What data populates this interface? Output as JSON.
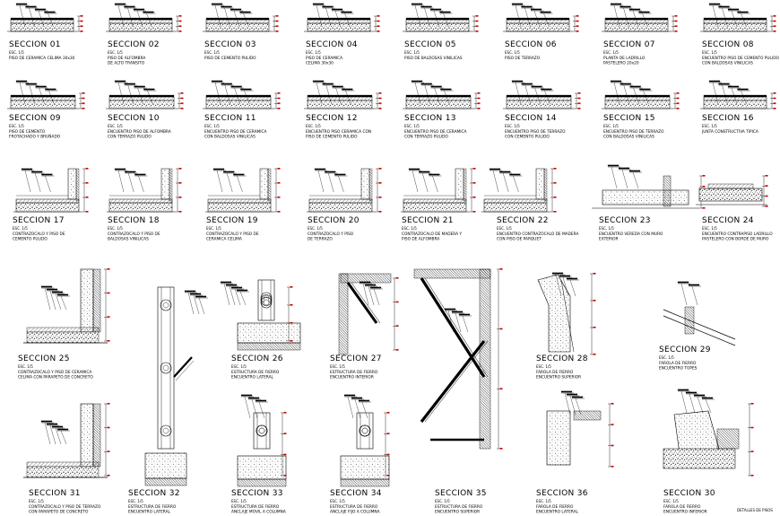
{
  "sheet": {
    "footer": "DETALLES DE PISOS",
    "details": [
      {
        "title": "SECCION 01",
        "scale": "ESC. 1/5",
        "lines": [
          "PISO DE CERAMICA CELIMA 30x30"
        ]
      },
      {
        "title": "SECCION 02",
        "scale": "ESC. 1/5",
        "lines": [
          "PISO DE ALFOMBRA",
          "DE ALTO TRANSITO"
        ]
      },
      {
        "title": "SECCION 03",
        "scale": "ESC. 1/5",
        "lines": [
          "PISO DE CEMENTO PULIDO"
        ]
      },
      {
        "title": "SECCION 04",
        "scale": "ESC. 1/5",
        "lines": [
          "PISO DE CERAMICA",
          "CELIMA 30x30"
        ]
      },
      {
        "title": "SECCION 05",
        "scale": "ESC. 1/5",
        "lines": [
          "PISO DE BALDOSAS VINILICAS"
        ]
      },
      {
        "title": "SECCION 06",
        "scale": "ESC. 1/5",
        "lines": [
          "PISO DE TERRAZO"
        ]
      },
      {
        "title": "SECCION 07",
        "scale": "ESC. 1/5",
        "lines": [
          "PLANTA DE LADRILLO",
          "PASTELERO 20x20"
        ]
      },
      {
        "title": "SECCION 08",
        "scale": "ESC. 1/5",
        "lines": [
          "ENCUENTRO PISO DE CEMENTO PULIDO",
          "CON BALDOSAS VINILICAS"
        ]
      },
      {
        "title": "SECCION 09",
        "scale": "ESC. 1/5",
        "lines": [
          "PISO DE CEMENTO",
          "FROTACHADO Y BRUÑADO"
        ]
      },
      {
        "title": "SECCION 10",
        "scale": "ESC. 1/5",
        "lines": [
          "ENCUENTRO PISO DE ALFOMBRA",
          "CON TERRAZO PULIDO"
        ]
      },
      {
        "title": "SECCION 11",
        "scale": "ESC. 1/5",
        "lines": [
          "ENCUENTRO PISO DE CERAMICA",
          "CON BALDOSAS VINILICAS"
        ]
      },
      {
        "title": "SECCION 12",
        "scale": "ESC. 1/5",
        "lines": [
          "ENCUENTRO PISO CERAMICA CON",
          "PISO DE CEMENTO PULIDO"
        ]
      },
      {
        "title": "SECCION 13",
        "scale": "ESC. 1/5",
        "lines": [
          "ENCUENTRO PISO DE CERAMICA",
          "CON TERRAZO PULIDO"
        ]
      },
      {
        "title": "SECCION 14",
        "scale": "ESC. 1/5",
        "lines": [
          "ENCUENTRO PISO DE TERRAZO",
          "CON CEMENTO PULIDO"
        ]
      },
      {
        "title": "SECCION 15",
        "scale": "ESC. 1/5",
        "lines": [
          "ENCUENTRO PISO DE TERRAZO",
          "CON BALDOSAS VINILICAS"
        ]
      },
      {
        "title": "SECCION 16",
        "scale": "ESC. 1/5",
        "lines": [
          "JUNTA CONSTRUCTIVA TIPICA"
        ]
      },
      {
        "title": "SECCION 17",
        "scale": "ESC. 1/5",
        "lines": [
          "CONTRAZOCALO Y PISO DE",
          "CEMENTO PULIDO"
        ]
      },
      {
        "title": "SECCION 18",
        "scale": "ESC. 1/5",
        "lines": [
          "CONTRAZOCALO Y PISO DE",
          "BALDOSAS VINILICAS"
        ]
      },
      {
        "title": "SECCION 19",
        "scale": "ESC. 1/5",
        "lines": [
          "CONTRAZOCALO Y PISO DE",
          "CERAMICA CELIMA"
        ]
      },
      {
        "title": "SECCION 20",
        "scale": "ESC. 1/5",
        "lines": [
          "CONTRAZOCALO Y PISO",
          "DE TERRAZO"
        ]
      },
      {
        "title": "SECCION 21",
        "scale": "ESC. 1/5",
        "lines": [
          "CONTRAZOCALO DE MADERA Y",
          "PISO DE ALFOMBRA"
        ]
      },
      {
        "title": "SECCION 22",
        "scale": "ESC. 1/5",
        "lines": [
          "ENCUENTRO CONTRAZOCALO DE MADERA",
          "CON PISO DE PARQUET"
        ]
      },
      {
        "title": "SECCION 23",
        "scale": "ESC. 1/5",
        "lines": [
          "ENCUENTRO VEREDA CON MURO",
          "EXTERIOR"
        ]
      },
      {
        "title": "SECCION 24",
        "scale": "ESC. 1/5",
        "lines": [
          "ENCUENTRO CONTRAPISO LADRILLO",
          "PASTELERO CON BORDE DE MURO"
        ]
      },
      {
        "title": "SECCION 25",
        "scale": "ESC. 1/5",
        "lines": [
          "CONTRAZOCALO Y PISO DE CERAMICA",
          "CELIMA CON PARAPETO DE CONCRETO"
        ]
      },
      {
        "title": "SECCION 26",
        "scale": "ESC. 1/5",
        "lines": [
          "ESTRUCTURA DE FIERRO",
          "ENCUENTRO LATERAL"
        ]
      },
      {
        "title": "SECCION 27",
        "scale": "ESC. 1/5",
        "lines": [
          "ESTRUCTURA DE FIERRO",
          "ENCUENTRO INTERIOR"
        ]
      },
      {
        "title": "SECCION 28",
        "scale": "ESC. 1/5",
        "lines": [
          "FAROLA DE FIERRO",
          "ENCUENTRO SUPERIOR"
        ]
      },
      {
        "title": "SECCION 29",
        "scale": "ESC. 1/5",
        "lines": [
          "FAROLA DE FIERRO",
          "ENCUENTRO TOPES"
        ]
      },
      {
        "title": "SECCION 31",
        "scale": "ESC. 1/5",
        "lines": [
          "CONTRAZOCALO Y PISO DE TERRAZO",
          "CON PARAPETO DE CONCRETO"
        ]
      },
      {
        "title": "SECCION 32",
        "scale": "ESC. 1/5",
        "lines": [
          "ESTRUCTURA DE FIERRO",
          "ENCUENTRO LATERAL"
        ]
      },
      {
        "title": "SECCION 33",
        "scale": "ESC. 1/5",
        "lines": [
          "ESTRUCTURA DE FIERRO",
          "ANCLAJE MOVIL A COLUMNA"
        ]
      },
      {
        "title": "SECCION 34",
        "scale": "ESC. 1/5",
        "lines": [
          "ESTRUCTURA DE FIERRO",
          "ANCLAJE FIJO A COLUMNA"
        ]
      },
      {
        "title": "SECCION 35",
        "scale": "ESC. 1/5",
        "lines": [
          "ESTRUCTURA DE FIERRO",
          "ENCUENTRO SUPERIOR"
        ]
      },
      {
        "title": "SECCION 36",
        "scale": "ESC. 1/5",
        "lines": [
          "FAROLA DE FIERRO",
          "ENCUENTRO LATERAL"
        ]
      },
      {
        "title": "SECCION 30",
        "scale": "ESC. 1/5",
        "lines": [
          "FAROLA DE FIERRO",
          "ENCUENTRO INFERIOR"
        ]
      }
    ]
  }
}
